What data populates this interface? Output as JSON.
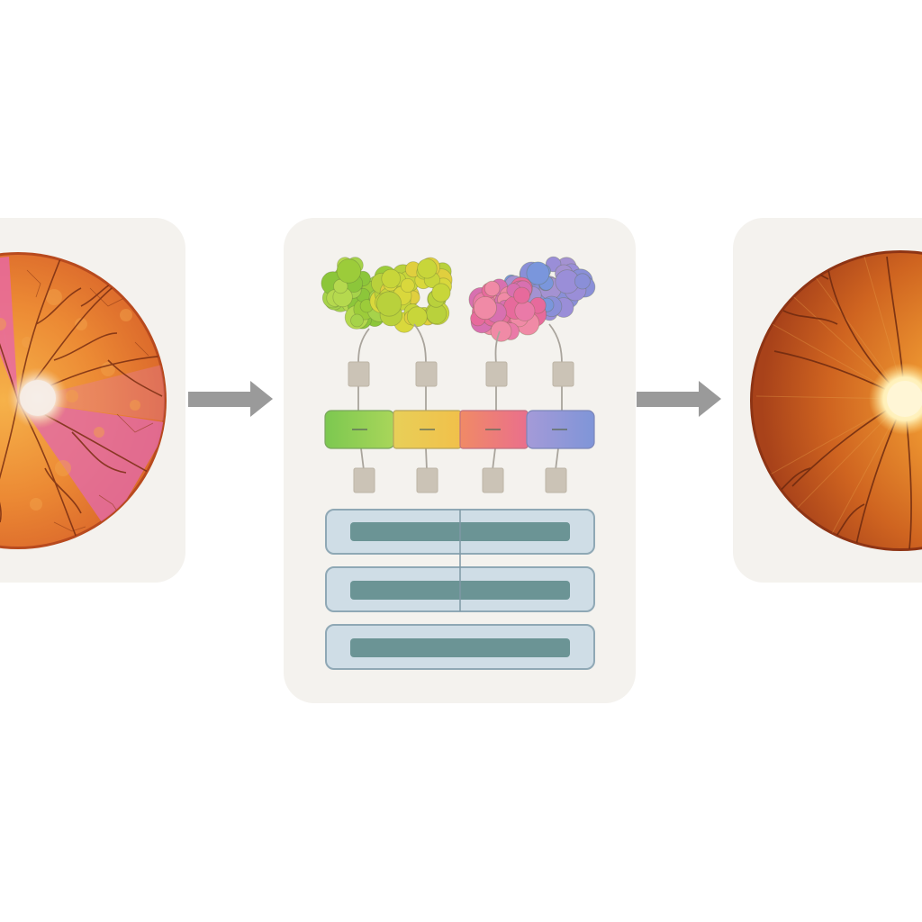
{
  "diagram": {
    "stages": [
      "input-fundus-image",
      "feature-extraction-module",
      "output-fundus-image"
    ],
    "colors": {
      "panel_background": "#f4f2ee",
      "arrow": "#9a9a9a",
      "cluster_green": "#9ccc3a",
      "cluster_yellow": "#d6d836",
      "cluster_pink": "#e76a9c",
      "cluster_blue": "#8a8fd8",
      "connector_block": "#cbc3b6",
      "feature_bar_green": "#8ccf5c",
      "feature_bar_yellow": "#efc850",
      "feature_bar_red": "#ee7a76",
      "feature_bar_purple": "#8e98d8",
      "layer_fill": "#cfdde6",
      "layer_border": "#8fa8b5",
      "layer_inner": "#6b9495",
      "fundus_orange": "#e57a2e",
      "fundus_dark": "#b3471a",
      "optic_disc": "#fff3c8"
    }
  }
}
